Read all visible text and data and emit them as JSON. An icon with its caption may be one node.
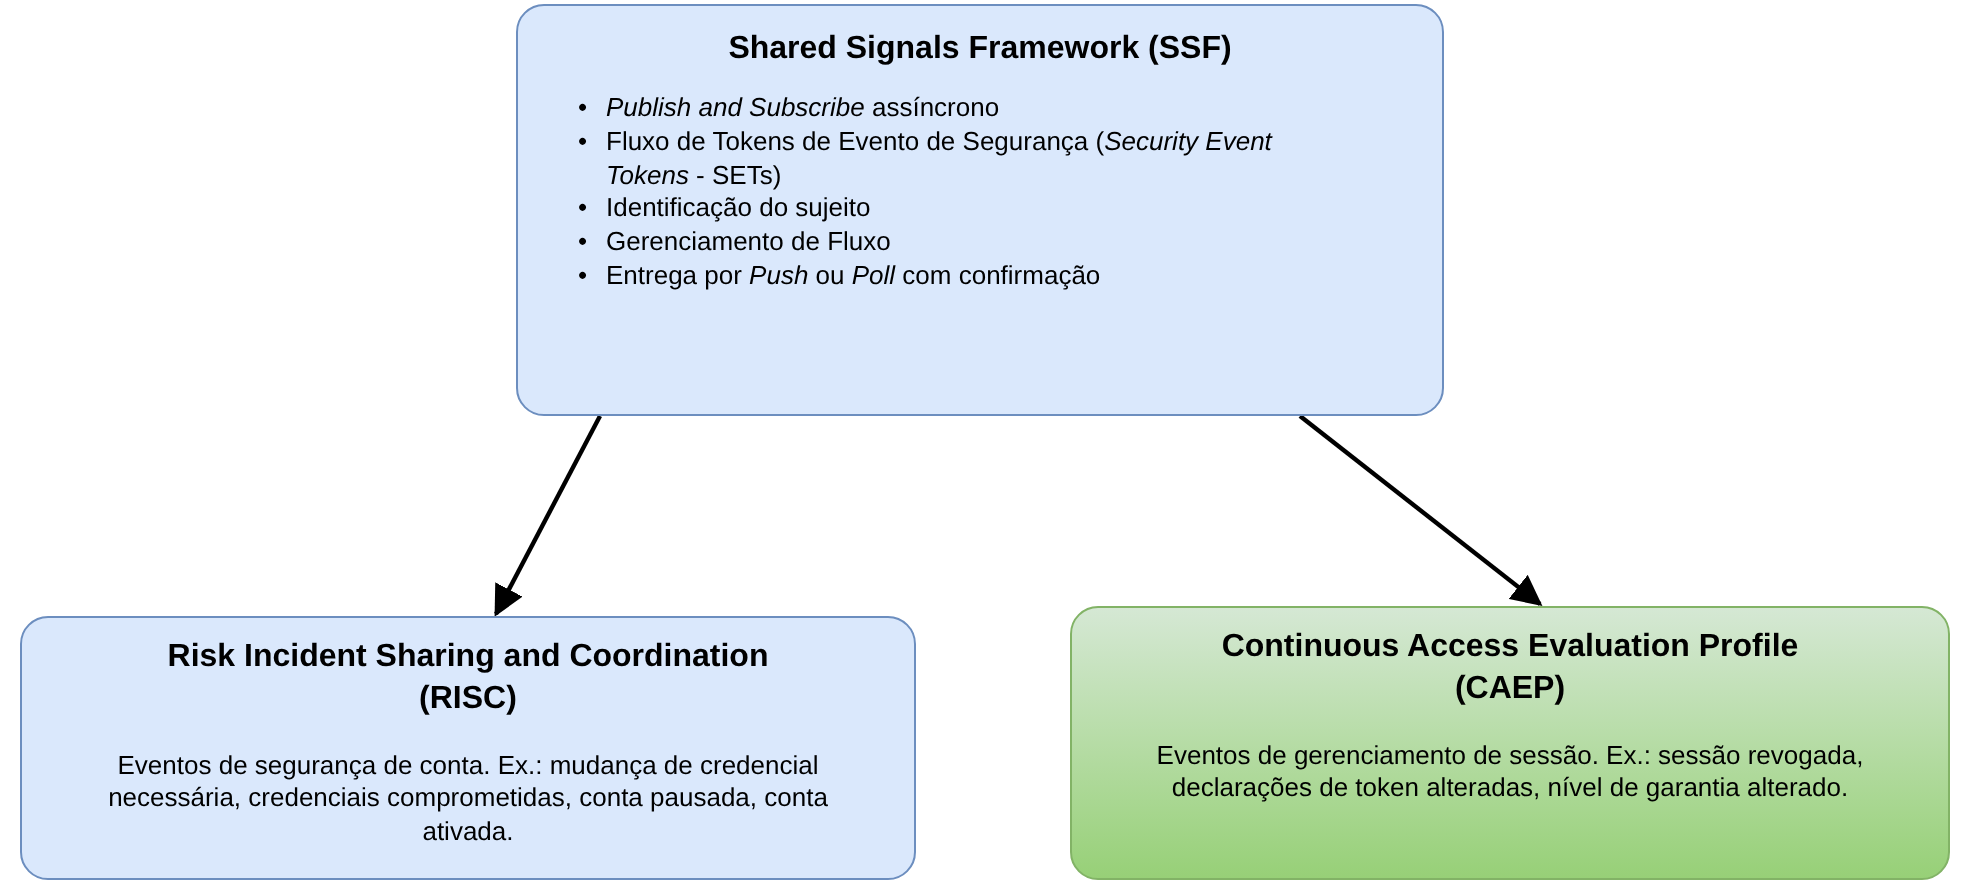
{
  "diagram": {
    "nodes": [
      {
        "text": [
          "Shared Signals Framework (SSF)",
          "*Publish and Subscribe* assíncrono",
          "Fluxo de Tokens de Evento de Segurança (*Security Event Tokens* - SETs)",
          "Identificação do sujeito",
          "Gerenciamento de Fluxo",
          "Entrega por *Push* ou *Poll* com confirmação"
        ]
      },
      {
        "text": [
          "Risk Incident Sharing and Coordination (RISC)",
          "Eventos de segurança de conta. Ex.: mudança de credencial necessária, credenciais comprometidas, conta pausada, conta ativada."
        ]
      },
      {
        "text": [
          "Continuous Access Evaluation Profile (CAEP)",
          "Eventos de gerenciamento de sessão. Ex.: sessão revogada, declarações de token alteradas, nível de garantia alterado."
        ]
      }
    ],
    "edges": [
      {
        "from": 0,
        "to": 1,
        "arrow": "to"
      },
      {
        "from": 0,
        "to": 2,
        "arrow": "to"
      }
    ],
    "labels": [
      "•",
      "•",
      "•",
      "•",
      "•"
    ]
  }
}
